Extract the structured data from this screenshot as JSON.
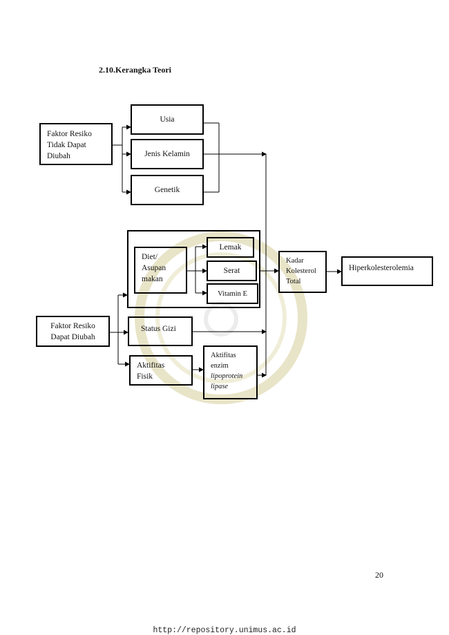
{
  "heading": "2.10.Kerangka Teori",
  "boxes": {
    "fixed_factors": "Faktor Resiko Tidak Dapat Diubah",
    "age": "Usia",
    "gender": "Jenis Kelamin",
    "genetic": "Genetik",
    "diet": "Diet/ Asupan makan",
    "fat": "Lemak",
    "fiber": "Serat",
    "vitamin_e": "Vitamin E",
    "modifiable_factors": "Faktor Resiko Dapat Diubah",
    "nutrition_status": "Status Gizi",
    "physical_activity": "Aktifitas Fisik",
    "enzyme_line1": "Aktifitas enzim",
    "enzyme_line2": "lipoprotein lipase",
    "cholesterol": "Kadar Kolesterol Total",
    "outcome": "Hiperkolesterolemia"
  },
  "page_number": "20",
  "footer_url": "http://repository.unimus.ac.id"
}
